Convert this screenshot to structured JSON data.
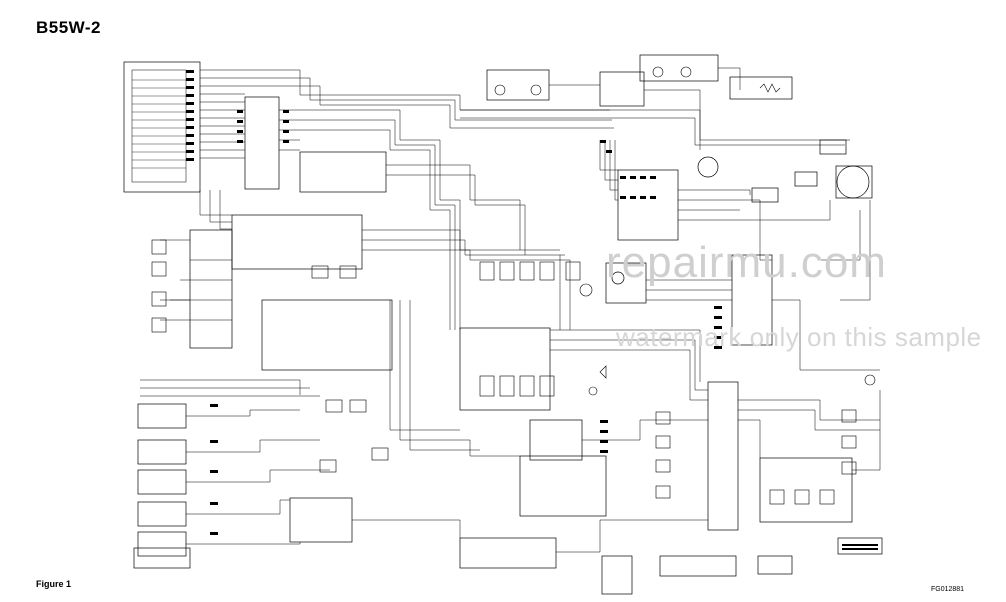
{
  "document": {
    "title": "B55W-2",
    "figure_caption": "Figure 1",
    "drawing_code": "FG012881"
  },
  "watermark": {
    "line1": "repairmu.com",
    "line2": "watermark only on this sample"
  },
  "colors": {
    "ink": "#000000",
    "watermark": "#cfcfcf",
    "background": "#ffffff"
  }
}
